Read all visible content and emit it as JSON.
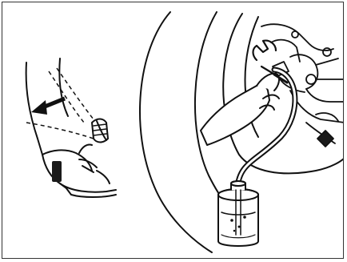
{
  "figure": {
    "colors": {
      "line": "#111111",
      "fill_dark": "#1a1a1a",
      "background": "#ffffff",
      "border": "#333333"
    },
    "icons": {
      "foot_pedal": "foot-pressing-brake-pedal",
      "bleeder": "brake-bleeder-with-hose",
      "container": "fluid-collection-bottle"
    }
  }
}
